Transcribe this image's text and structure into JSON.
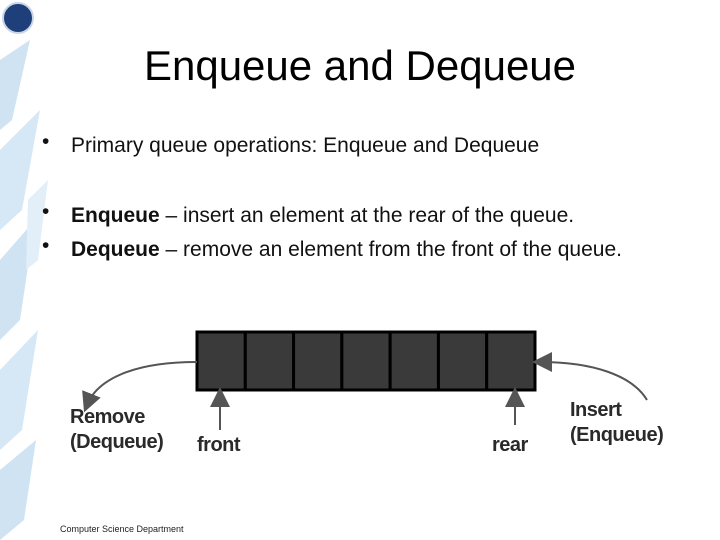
{
  "slide": {
    "title": "Enqueue and Dequeue",
    "bullets": [
      {
        "text": "Primary queue operations: Enqueue and Dequeue"
      },
      {
        "bold": "Enqueue",
        "text": " – insert an element at the rear of the queue."
      },
      {
        "bold": "Dequeue",
        "text": " – remove an element from the front of the queue."
      }
    ],
    "footer": "Computer Science Department"
  },
  "diagram": {
    "cell_count": 7,
    "labels": {
      "remove": "Remove",
      "dequeue": "(Dequeue)",
      "front": "front",
      "rear": "rear",
      "insert": "Insert",
      "enqueue": "(Enqueue)"
    },
    "colors": {
      "cell_fill": "#3a3a3a",
      "cell_border": "#000000",
      "arrow": "#555555"
    }
  },
  "decoration": {
    "stripe_color": "#cfe3f3",
    "logo_color": "#1f3f7a"
  }
}
